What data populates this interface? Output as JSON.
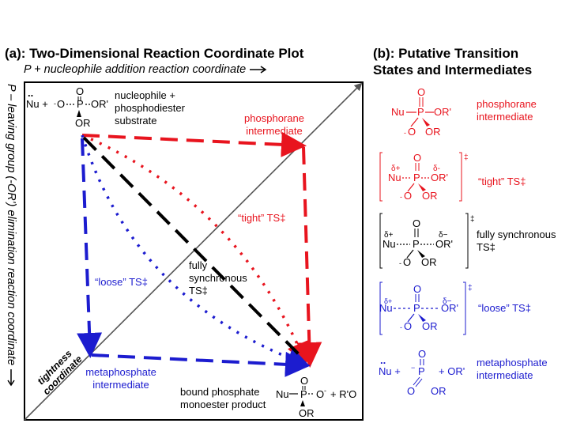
{
  "panel_a": {
    "title": "(a): Two-Dimensional Reaction Coordinate Plot",
    "x_axis_label": "P + nucleophile addition reaction coordinate",
    "y_axis_label": "P – leaving group (-OR') elimination reaction coordinate",
    "diagonal_label": "tightness coordinate",
    "start_label": "nucleophile + phosphodiester substrate",
    "phosphorane_label": "phosphorane intermediate",
    "tight_label": "“tight” TS‡",
    "sync_label": "fully synchronous TS‡",
    "loose_label": "“loose” TS‡",
    "metaphosphate_label": "metaphosphate intermediate",
    "product_label": "bound phosphate monoester product",
    "colors": {
      "red": "#e8141e",
      "blue": "#1c1ccf",
      "black": "#000000",
      "gray": "#555555"
    }
  },
  "panel_b": {
    "title": "(b): Putative Transition States and Intermediates",
    "entries": [
      {
        "label": "phosphorane intermediate",
        "color": "red"
      },
      {
        "label": "“tight” TS‡",
        "color": "red"
      },
      {
        "label": "fully synchronous TS‡",
        "color": "black"
      },
      {
        "label": "“loose” TS‡",
        "color": "blue"
      },
      {
        "label": "metaphosphate intermediate",
        "color": "blue"
      }
    ]
  }
}
